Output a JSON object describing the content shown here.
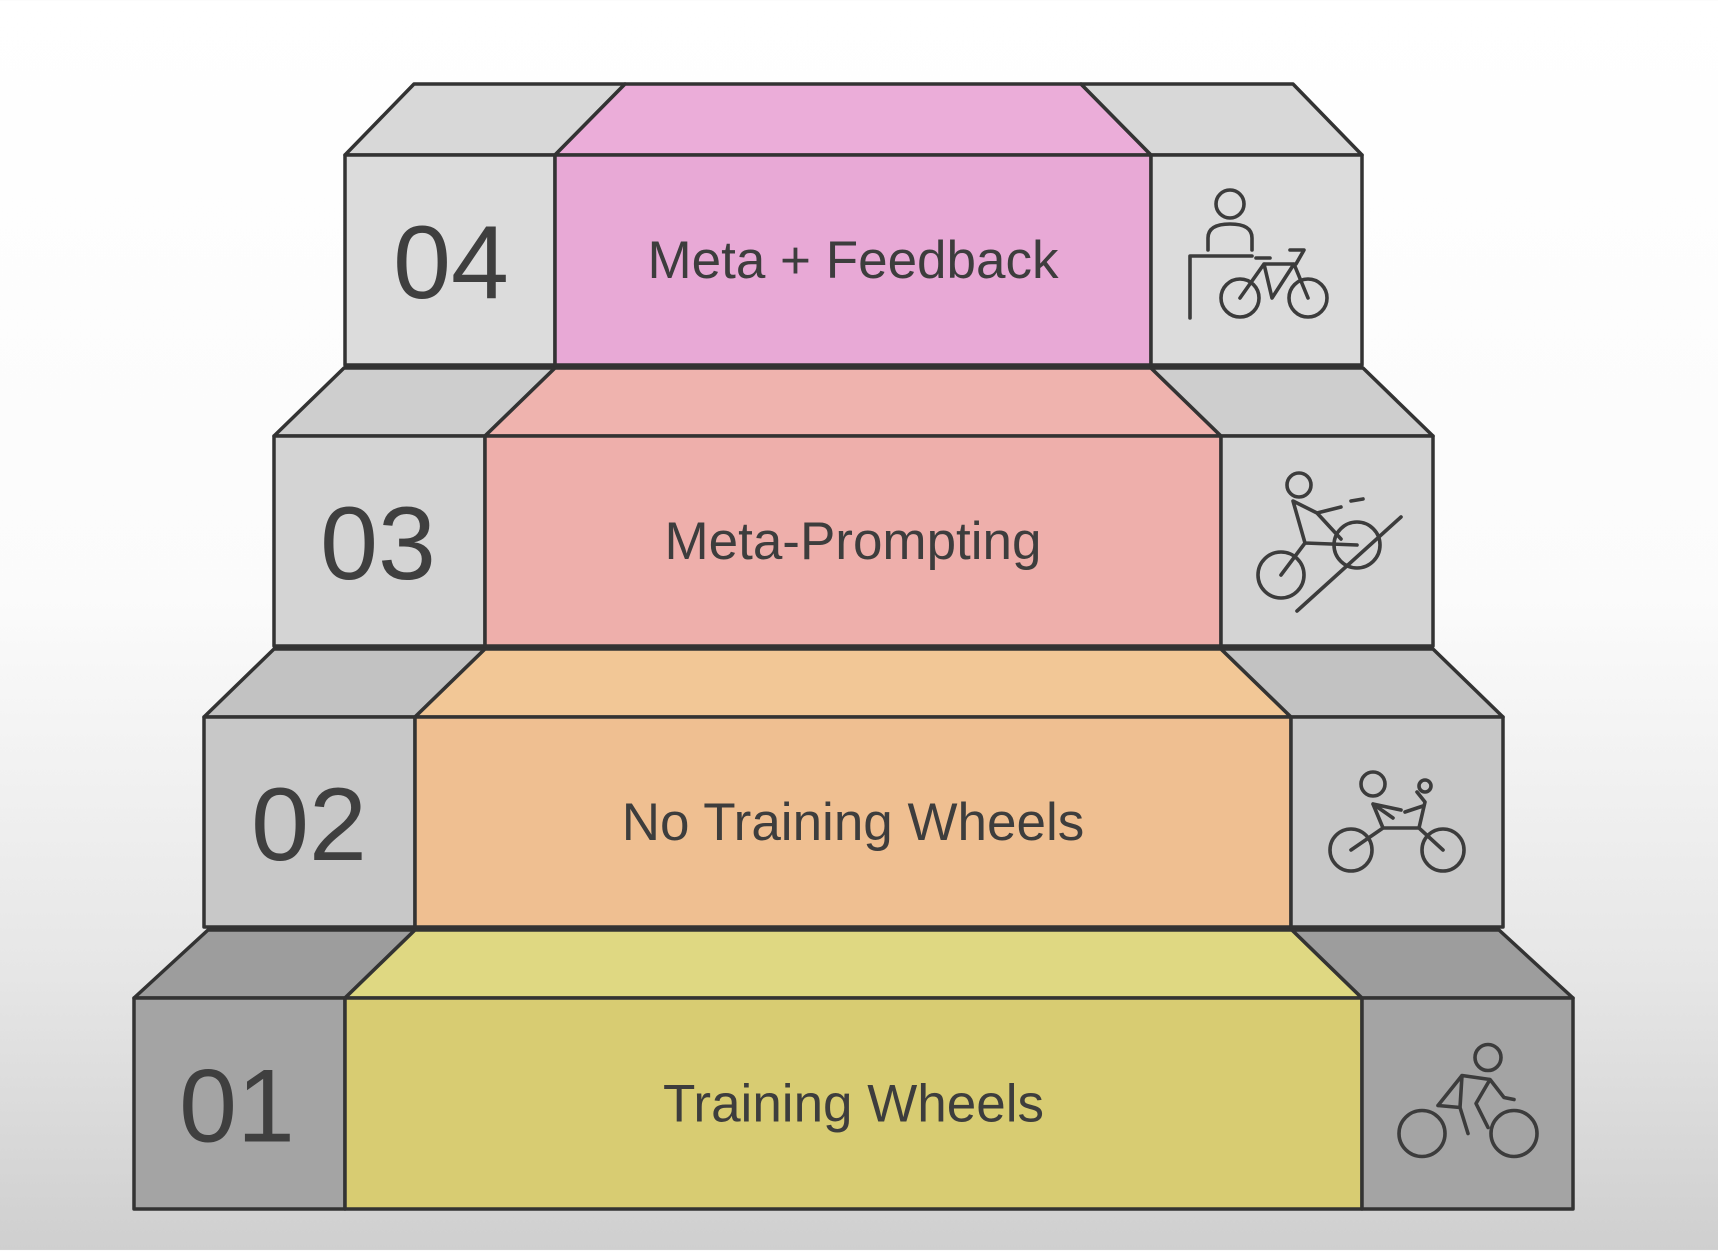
{
  "diagram": {
    "steps": [
      {
        "number": "01",
        "label": "Training Wheels",
        "icon": "cyclist-icon",
        "colors": {
          "front": "#d8cc72",
          "top": "#dfd882",
          "side_front": "#a4a4a4",
          "side_top": "#9d9d9d"
        }
      },
      {
        "number": "02",
        "label": "No Training Wheels",
        "icon": "tandem-bicycle-icon",
        "colors": {
          "front": "#efbf91",
          "top": "#f2c796",
          "side_front": "#c8c8c8",
          "side_top": "#c2c2c2"
        }
      },
      {
        "number": "03",
        "label": "Meta-Prompting",
        "icon": "uphill-cyclist-icon",
        "colors": {
          "front": "#eeafab",
          "top": "#efb3ae",
          "side_front": "#d4d4d4",
          "side_top": "#cecece"
        }
      },
      {
        "number": "04",
        "label": "Meta + Feedback",
        "icon": "person-with-bicycle-icon",
        "colors": {
          "front": "#e8a9d6",
          "top": "#ebadd9",
          "side_front": "#dcdcdc",
          "side_top": "#d8d8d8"
        }
      }
    ]
  }
}
